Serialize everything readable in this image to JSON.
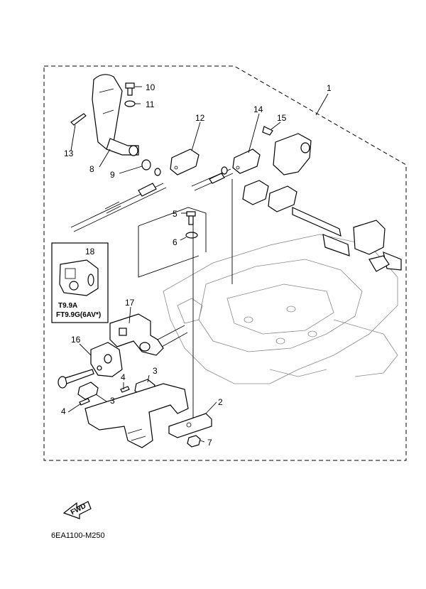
{
  "diagram": {
    "callouts": {
      "c1": "1",
      "c2": "2",
      "c3a": "3",
      "c3b": "3",
      "c4a": "4",
      "c4b": "4",
      "c5": "5",
      "c6": "6",
      "c7": "7",
      "c8": "8",
      "c9": "9",
      "c10": "10",
      "c11": "11",
      "c12": "12",
      "c13": "13",
      "c14": "14",
      "c15": "15",
      "c16": "16",
      "c17": "17",
      "c18": "18"
    },
    "inset": {
      "model_line1": "T9.9A",
      "model_line2": "FT9.9G(6AV*)"
    },
    "fwd_label": "FWD",
    "diagram_code": "6EA1100-M250"
  }
}
